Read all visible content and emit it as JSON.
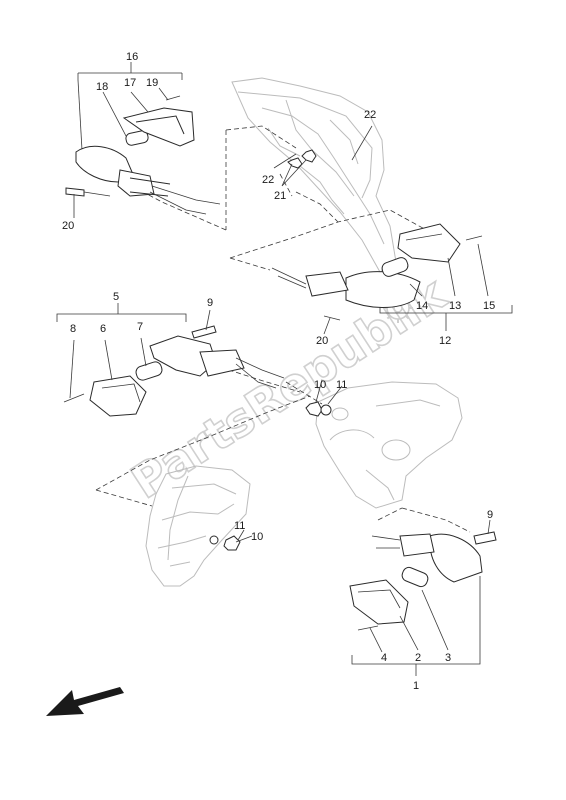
{
  "labels": {
    "p1": "1",
    "p2": "2",
    "p3": "3",
    "p4": "4",
    "p5": "5",
    "p6": "6",
    "p7": "7",
    "p8": "8",
    "p9a": "9",
    "p9b": "9",
    "p10a": "10",
    "p10b": "10",
    "p11a": "11",
    "p11b": "11",
    "p12": "12",
    "p13": "13",
    "p14": "14",
    "p15": "15",
    "p16": "16",
    "p17": "17",
    "p18": "18",
    "p19": "19",
    "p20a": "20",
    "p20b": "20",
    "p21": "21",
    "p22a": "22",
    "p22b": "22"
  },
  "watermark": "PartsRepublik"
}
